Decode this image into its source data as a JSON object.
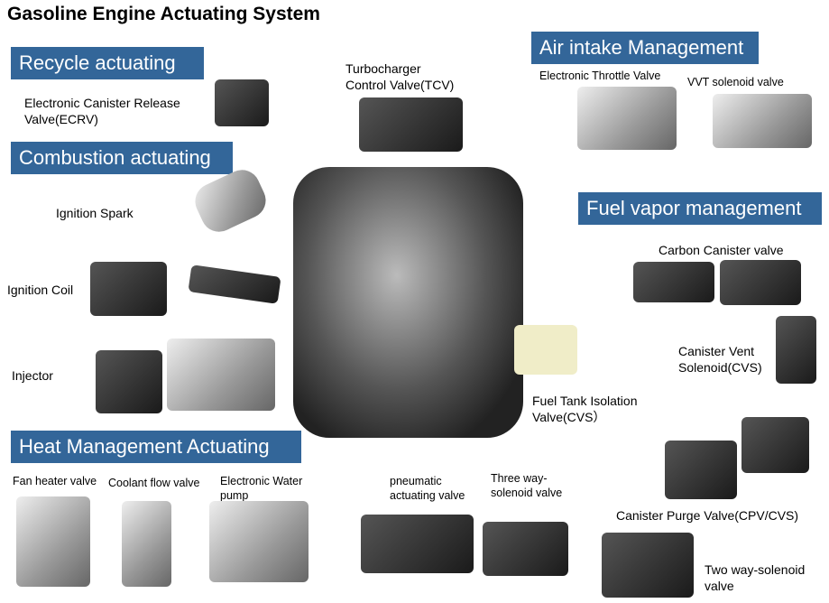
{
  "title": "Gasoline Engine Actuating System",
  "header_color": "#336699",
  "sections": {
    "recycle": "Recycle actuating",
    "combustion": "Combustion actuating",
    "heat": "Heat Management Actuating",
    "air": "Air intake Management",
    "fuel_vapor": "Fuel vapor management"
  },
  "labels": {
    "ecrv": "Electronic Canister Release\nValve(ECRV)",
    "tcv": "Turbocharger\nControl Valve(TCV)",
    "spark": "Ignition Spark",
    "coil": "Ignition Coil",
    "injector": "Injector",
    "throttle": "Electronic Throttle Valve",
    "vvt": "VVT solenoid valve",
    "carbon": "Carbon Canister valve",
    "cvs": "Canister Vent\nSolenoid(CVS)",
    "ftiv": "Fuel Tank Isolation\nValve(CVS）",
    "fan": "Fan heater valve",
    "coolant": "Coolant flow valve",
    "pump": "Electronic Water\npump",
    "pneumatic": "pneumatic\nactuating valve",
    "threeway": "Three way-\nsolenoid valve",
    "purge": "Canister Purge Valve(CPV/CVS)",
    "twoway": "Two way-solenoid\nvalve"
  }
}
